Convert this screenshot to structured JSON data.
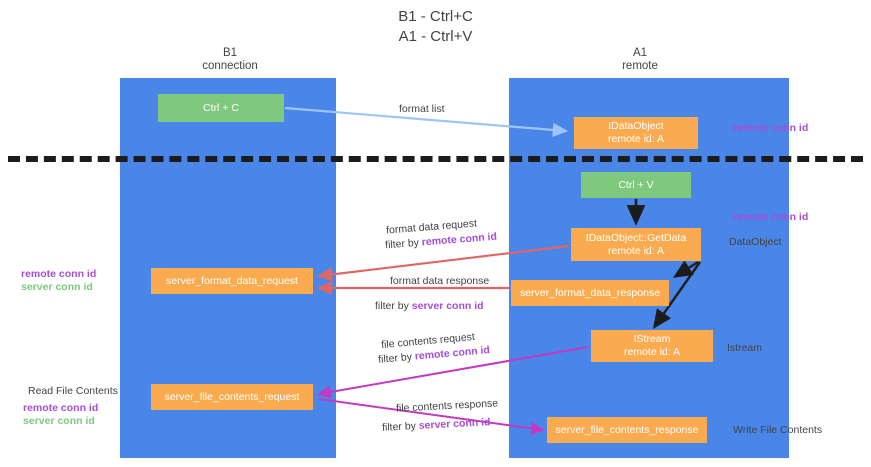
{
  "title": "B1 - Ctrl+C\nA1 - Ctrl+V",
  "title_line1": "B1 - Ctrl+C",
  "title_line2": "A1 - Ctrl+V",
  "colors": {
    "lane": "#4a86e8",
    "node_green": "#7ec97e",
    "node_orange": "#fbab4f",
    "remote_conn_id": "#a64dd6",
    "server_conn_id": "#7ec97e",
    "arrow_blue": "#9fc5f8",
    "arrow_red": "#e06666",
    "arrow_magenta": "#c23ac2",
    "arrow_black": "#1c1c1c",
    "text": "#434343",
    "divider": "#1c1c1c"
  },
  "lanes": [
    {
      "name": "b1",
      "title": "B1",
      "subtitle": "connection"
    },
    {
      "name": "a1",
      "title": "A1",
      "subtitle": "remote"
    }
  ],
  "nodes": {
    "ctrl_c": {
      "label": "Ctrl + C",
      "color": "green"
    },
    "idataobject": {
      "line1": "IDataObject",
      "line2": "remote id: A",
      "color": "orange"
    },
    "ctrl_v": {
      "label": "Ctrl + V",
      "color": "green"
    },
    "getdata": {
      "line1": "IDataObject::GetData",
      "line2": "remote id: A",
      "color": "orange"
    },
    "server_format_data_request": {
      "label": "server_format_data_request",
      "color": "orange"
    },
    "server_format_data_response": {
      "label": "server_format_data_response",
      "color": "orange"
    },
    "istream": {
      "line1": "IStream",
      "line2": "remote id: A",
      "color": "orange"
    },
    "server_file_contents_request": {
      "label": "server_file_contents_request",
      "color": "orange"
    },
    "server_file_contents_response": {
      "label": "server_file_contents_response",
      "color": "orange"
    }
  },
  "edge_labels": {
    "format_list": "format list",
    "format_data_request": "format data request",
    "filter_by": "filter by ",
    "remote_conn_id": "remote conn id",
    "server_conn_id": "server conn id",
    "format_data_response": "format data response",
    "file_contents_request": "file contents request",
    "file_contents_response": "file contents response"
  },
  "annotations": {
    "remote_conn_id": "remote conn id",
    "server_conn_id": "server conn id",
    "dataobject": "DataObject",
    "istream": "Istream",
    "read_file_contents": "Read File Contents",
    "write_file_contents": "Write File Contents"
  }
}
